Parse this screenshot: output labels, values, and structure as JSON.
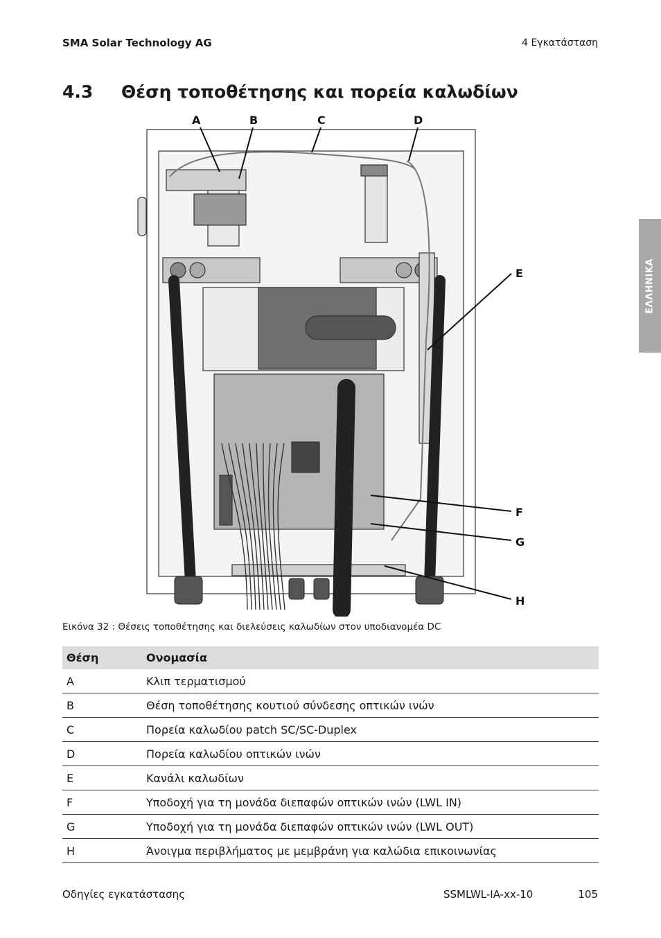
{
  "header": {
    "company": "SMA Solar Technology AG",
    "section": "4  Εγκατάσταση"
  },
  "title": {
    "number": "4.3",
    "text": "Θέση τοποθέτησης και πορεία καλωδίων"
  },
  "side_tab": "ΕΛΛΗΝΙΚΑ",
  "figure": {
    "callouts": [
      "A",
      "B",
      "C",
      "D",
      "E",
      "F",
      "G",
      "H"
    ],
    "caption": "Εικόνα 32 : Θέσεις τοποθέτησης και διελεύσεις καλωδίων στον υποδιανομέα DC"
  },
  "table": {
    "headers": [
      "Θέση",
      "Ονομασία"
    ],
    "rows": [
      [
        "A",
        "Κλιπ τερματισμού"
      ],
      [
        "B",
        "Θέση τοποθέτησης κουτιού σύνδεσης οπτικών ινών"
      ],
      [
        "C",
        "Πορεία καλωδίου patch SC/SC-Duplex"
      ],
      [
        "D",
        "Πορεία καλωδίου οπτικών ινών"
      ],
      [
        "E",
        "Κανάλι καλωδίων"
      ],
      [
        "F",
        "Υποδοχή για τη μονάδα διεπαφών οπτικών ινών (LWL IN)"
      ],
      [
        "G",
        "Υποδοχή για τη μονάδα διεπαφών οπτικών ινών (LWL OUT)"
      ],
      [
        "H",
        "Άνοιγμα περιβλήματος με μεμβράνη για καλώδια επικοινωνίας"
      ]
    ]
  },
  "footer": {
    "doc_title": "Οδηγίες εγκατάστασης",
    "doc_code": "SSMLWL-IA-xx-10",
    "page": "105"
  }
}
